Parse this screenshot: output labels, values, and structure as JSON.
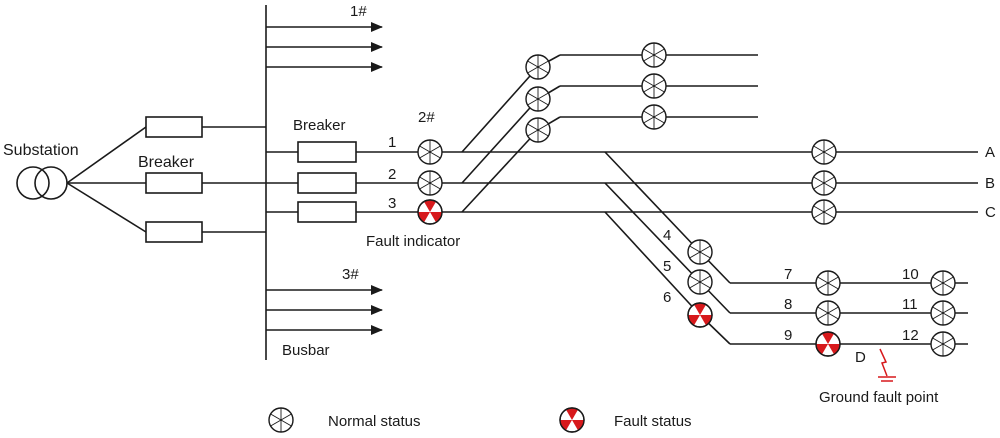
{
  "labels": {
    "substation": "Substation",
    "breaker_left": "Breaker",
    "breaker_main": "Breaker",
    "busbar": "Busbar",
    "feeder_1": "1#",
    "feeder_2": "2#",
    "feeder_3": "3#",
    "line_1": "1",
    "line_2": "2",
    "line_3": "3",
    "fault_indicator": "Fault indicator",
    "n4": "4",
    "n5": "5",
    "n6": "6",
    "n7": "7",
    "n8": "8",
    "n9": "9",
    "n10": "10",
    "n11": "11",
    "n12": "12",
    "phase_a": "A",
    "phase_b": "B",
    "phase_c": "C",
    "fault_point_id": "D",
    "ground_fault_point": "Ground fault point"
  },
  "legend": {
    "normal": "Normal status",
    "fault": "Fault status"
  },
  "colors": {
    "line": "#1a1a1a",
    "fault": "#d7191c",
    "normal_fill": "#ffffff"
  }
}
